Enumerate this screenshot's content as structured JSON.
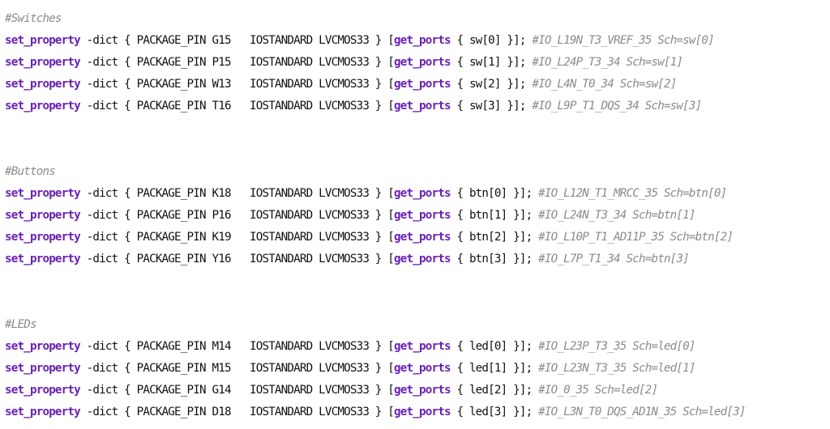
{
  "colors": {
    "keyword": "#6a1fb5",
    "comment": "#8b8b8b",
    "text": "#111111",
    "background": "#ffffff"
  },
  "sections": [
    {
      "header": "#Switches",
      "lines": [
        {
          "cmd": "set_property",
          "dict": "-dict { PACKAGE_PIN ",
          "pin": "G15",
          "iostd": "IOSTANDARD LVCMOS33 } [",
          "fn": "get_ports",
          "port": " { sw[0] }]; ",
          "comment": "#IO_L19N_T3_VREF_35 Sch=sw[0]"
        },
        {
          "cmd": "set_property",
          "dict": "-dict { PACKAGE_PIN ",
          "pin": "P15",
          "iostd": "IOSTANDARD LVCMOS33 } [",
          "fn": "get_ports",
          "port": " { sw[1] }]; ",
          "comment": "#IO_L24P_T3_34 Sch=sw[1]"
        },
        {
          "cmd": "set_property",
          "dict": "-dict { PACKAGE_PIN ",
          "pin": "W13",
          "iostd": "IOSTANDARD LVCMOS33 } [",
          "fn": "get_ports",
          "port": " { sw[2] }]; ",
          "comment": "#IO_L4N_T0_34 Sch=sw[2]"
        },
        {
          "cmd": "set_property",
          "dict": "-dict { PACKAGE_PIN ",
          "pin": "T16",
          "iostd": "IOSTANDARD LVCMOS33 } [",
          "fn": "get_ports",
          "port": " { sw[3] }]; ",
          "comment": "#IO_L9P_T1_DQS_34 Sch=sw[3]"
        }
      ]
    },
    {
      "header": "#Buttons",
      "lines": [
        {
          "cmd": "set_property",
          "dict": "-dict { PACKAGE_PIN ",
          "pin": "K18",
          "iostd": "IOSTANDARD LVCMOS33 } [",
          "fn": "get_ports",
          "port": " { btn[0] }]; ",
          "comment": "#IO_L12N_T1_MRCC_35 Sch=btn[0]"
        },
        {
          "cmd": "set_property",
          "dict": "-dict { PACKAGE_PIN ",
          "pin": "P16",
          "iostd": "IOSTANDARD LVCMOS33 } [",
          "fn": "get_ports",
          "port": " { btn[1] }]; ",
          "comment": "#IO_L24N_T3_34 Sch=btn[1]"
        },
        {
          "cmd": "set_property",
          "dict": "-dict { PACKAGE_PIN ",
          "pin": "K19",
          "iostd": "IOSTANDARD LVCMOS33 } [",
          "fn": "get_ports",
          "port": " { btn[2] }]; ",
          "comment": "#IO_L10P_T1_AD11P_35 Sch=btn[2]"
        },
        {
          "cmd": "set_property",
          "dict": "-dict { PACKAGE_PIN ",
          "pin": "Y16",
          "iostd": "IOSTANDARD LVCMOS33 } [",
          "fn": "get_ports",
          "port": " { btn[3] }]; ",
          "comment": "#IO_L7P_T1_34 Sch=btn[3]"
        }
      ]
    },
    {
      "header": "#LEDs",
      "lines": [
        {
          "cmd": "set_property",
          "dict": "-dict { PACKAGE_PIN ",
          "pin": "M14",
          "iostd": "IOSTANDARD LVCMOS33 } [",
          "fn": "get_ports",
          "port": " { led[0] }]; ",
          "comment": "#IO_L23P_T3_35 Sch=led[0]"
        },
        {
          "cmd": "set_property",
          "dict": "-dict { PACKAGE_PIN ",
          "pin": "M15",
          "iostd": "IOSTANDARD LVCMOS33 } [",
          "fn": "get_ports",
          "port": " { led[1] }]; ",
          "comment": "#IO_L23N_T3_35 Sch=led[1]"
        },
        {
          "cmd": "set_property",
          "dict": "-dict { PACKAGE_PIN ",
          "pin": "G14",
          "iostd": "IOSTANDARD LVCMOS33 } [",
          "fn": "get_ports",
          "port": " { led[2] }]; ",
          "comment": "#IO_0_35 Sch=led[2]"
        },
        {
          "cmd": "set_property",
          "dict": "-dict { PACKAGE_PIN ",
          "pin": "D18",
          "iostd": "IOSTANDARD LVCMOS33 } [",
          "fn": "get_ports",
          "port": " { led[3] }]; ",
          "comment": "#IO_L3N_T0_DQS_AD1N_35 Sch=led[3]"
        }
      ]
    }
  ]
}
